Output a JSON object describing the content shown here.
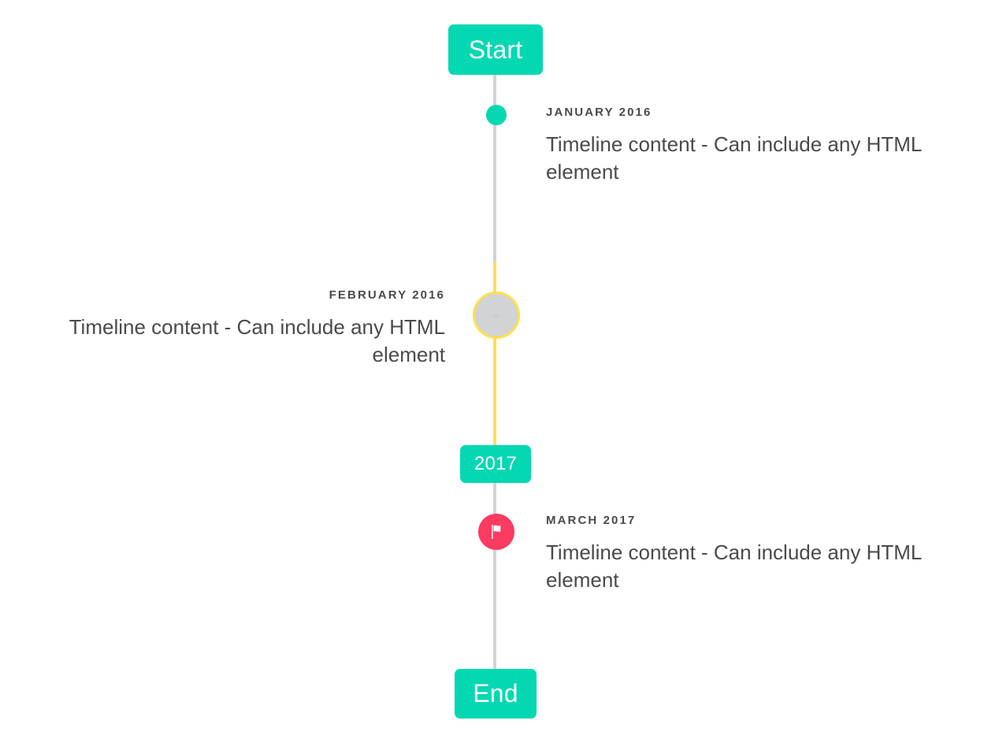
{
  "timeline": {
    "start_badge": {
      "label": "Start"
    },
    "middle_badge": {
      "label": "2017"
    },
    "end_badge": {
      "label": "End"
    },
    "entries": [
      {
        "label": "JANUARY 2016",
        "body": "Timeline content - Can include any HTML element",
        "side": "right",
        "marker": "dot-icon",
        "marker_color": "#04d8b2"
      },
      {
        "label": "FEBRUARY 2016",
        "body": "Timeline content - Can include any HTML element",
        "side": "left",
        "marker": "placeholder-glyph-icon",
        "marker_color": "#d2d3d4",
        "marker_ring_color": "#ffe04f",
        "marker_glyph": "⠶"
      },
      {
        "label": "MARCH 2017",
        "body": "Timeline content - Can include any HTML element",
        "side": "right",
        "marker": "flag-icon",
        "marker_color": "#fb3b5f"
      }
    ],
    "colors": {
      "accent_green": "#04d8b2",
      "rail_gray": "#d2d3d4",
      "rail_yellow": "#ffe04f",
      "marker_pink": "#fb3b5f",
      "text_gray": "#4a4a4a",
      "background": "#ffffff"
    }
  }
}
